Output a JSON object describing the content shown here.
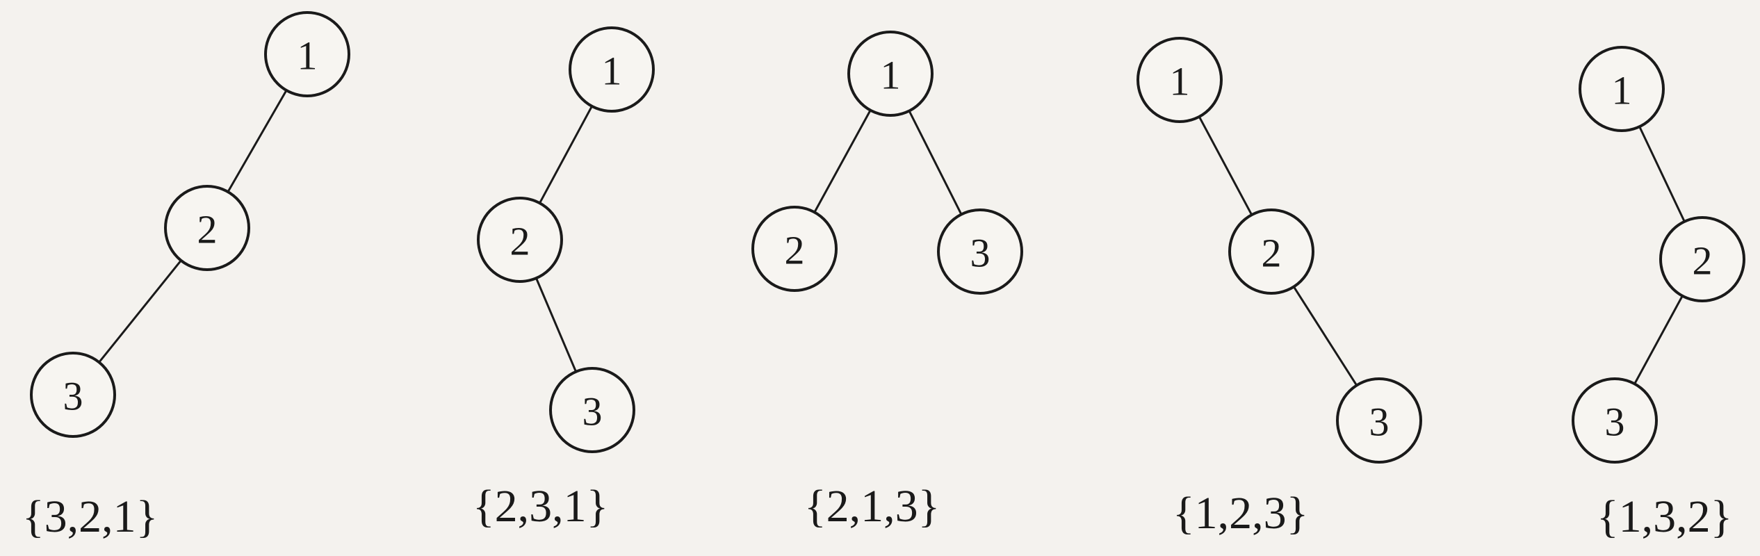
{
  "trees": [
    {
      "caption": "{3,2,1}",
      "nodes": [
        {
          "key": "n1",
          "label": "1"
        },
        {
          "key": "n2",
          "label": "2"
        },
        {
          "key": "n3",
          "label": "3"
        }
      ],
      "edges": [
        [
          "n1",
          "n2"
        ],
        [
          "n2",
          "n3"
        ]
      ]
    },
    {
      "caption": "{2,3,1}",
      "nodes": [
        {
          "key": "n1",
          "label": "1"
        },
        {
          "key": "n2",
          "label": "2"
        },
        {
          "key": "n3",
          "label": "3"
        }
      ],
      "edges": [
        [
          "n1",
          "n2"
        ],
        [
          "n2",
          "n3"
        ]
      ]
    },
    {
      "caption": "{2,1,3}",
      "nodes": [
        {
          "key": "n1",
          "label": "1"
        },
        {
          "key": "n2",
          "label": "2"
        },
        {
          "key": "n3",
          "label": "3"
        }
      ],
      "edges": [
        [
          "n1",
          "n2"
        ],
        [
          "n1",
          "n3"
        ]
      ]
    },
    {
      "caption": "{1,2,3}",
      "nodes": [
        {
          "key": "n1",
          "label": "1"
        },
        {
          "key": "n2",
          "label": "2"
        },
        {
          "key": "n3",
          "label": "3"
        }
      ],
      "edges": [
        [
          "n1",
          "n2"
        ],
        [
          "n2",
          "n3"
        ]
      ]
    },
    {
      "caption": "{1,3,2}",
      "nodes": [
        {
          "key": "n1",
          "label": "1"
        },
        {
          "key": "n2",
          "label": "2"
        },
        {
          "key": "n3",
          "label": "3"
        }
      ],
      "edges": [
        [
          "n1",
          "n2"
        ],
        [
          "n2",
          "n3"
        ]
      ]
    }
  ]
}
